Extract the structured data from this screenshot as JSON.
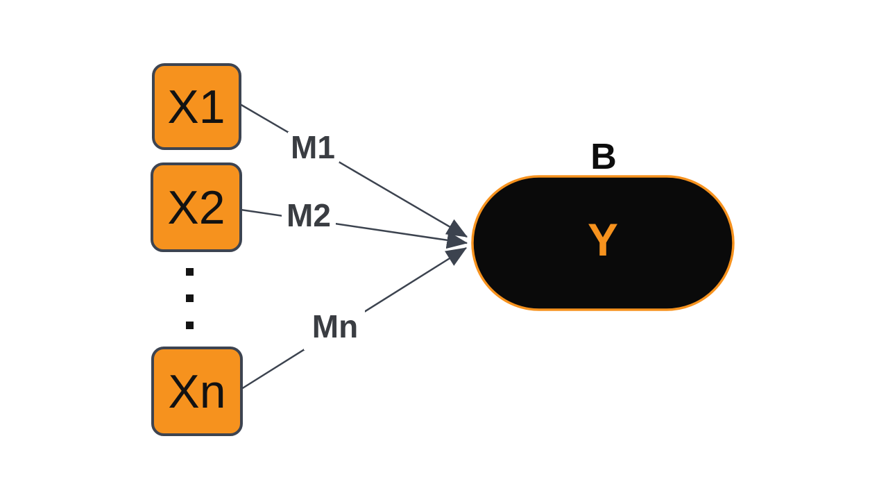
{
  "diagram": {
    "type": "path-diagram",
    "background": "#ffffff",
    "colors": {
      "node_fill": "#F6921E",
      "node_border": "#3D4451",
      "node_text": "#121212",
      "edge_stroke": "#3C434F",
      "arrowhead": "#3C434F",
      "edge_label_text": "#3A3D42",
      "outcome_fill": "#0A0A0A",
      "outcome_border": "#F6921E",
      "outcome_text": "#F6921E",
      "annotation_text": "#0D0D0D"
    },
    "nodes": [
      {
        "id": "x1",
        "label": "X1",
        "shape": "rounded-square"
      },
      {
        "id": "x2",
        "label": "X2",
        "shape": "rounded-square"
      },
      {
        "id": "xn",
        "label": "Xn",
        "shape": "rounded-square"
      }
    ],
    "ellipsis": {
      "between": [
        "X2",
        "Xn"
      ],
      "dot_count": 3
    },
    "outcome": {
      "id": "y",
      "label": "Y",
      "annotation": "B",
      "shape": "pill"
    },
    "edges": [
      {
        "from": "X1",
        "to": "Y",
        "label": "M1",
        "arrow": "end"
      },
      {
        "from": "X2",
        "to": "Y",
        "label": "M2",
        "arrow": "end"
      },
      {
        "from": "Xn",
        "to": "Y",
        "label": "Mn",
        "arrow": "end"
      }
    ]
  }
}
